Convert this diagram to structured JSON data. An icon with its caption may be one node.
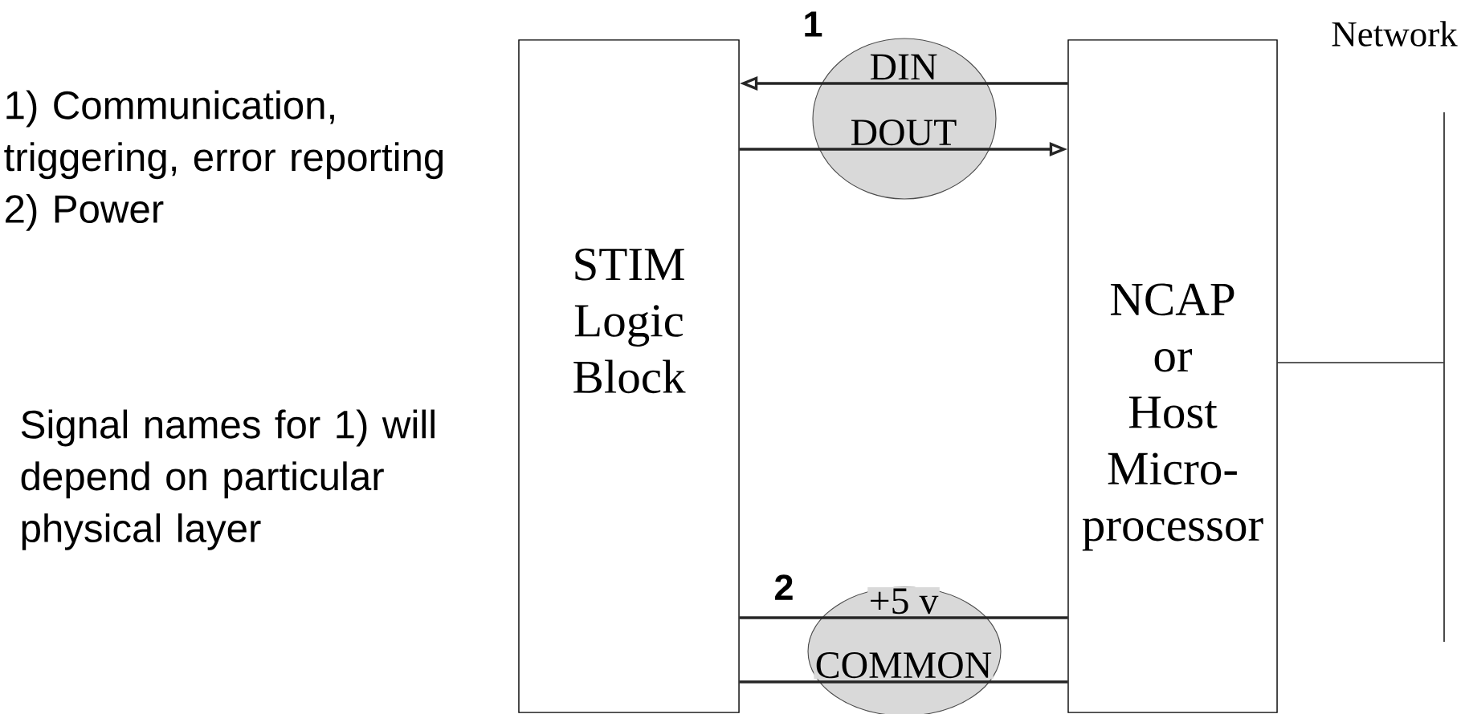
{
  "diagram": {
    "nodes": [
      {
        "text": [
          "STIM Logic Block"
        ]
      },
      {
        "text": [
          "NCAP or Host Micro- processor"
        ]
      },
      {
        "text": [],
        "shape": "bar",
        "beside": [
          "Network"
        ]
      }
    ],
    "edges": [
      {
        "from": 1,
        "to": 0,
        "arrow": "to",
        "label": "DIN"
      },
      {
        "from": 0,
        "to": 1,
        "arrow": "to",
        "label": "DOUT"
      },
      {
        "from": 0,
        "to": 1,
        "arrow": "none",
        "label": "+5 v"
      },
      {
        "from": 0,
        "to": 1,
        "arrow": "none",
        "label": "COMMON"
      },
      {
        "from": 1,
        "to": 2,
        "arrow": "none"
      }
    ],
    "labels": [
      "1",
      "1) Communication, triggering, error reporting 2) Power",
      "Signal names for 1) will depend on particular physical layer",
      "2"
    ]
  }
}
